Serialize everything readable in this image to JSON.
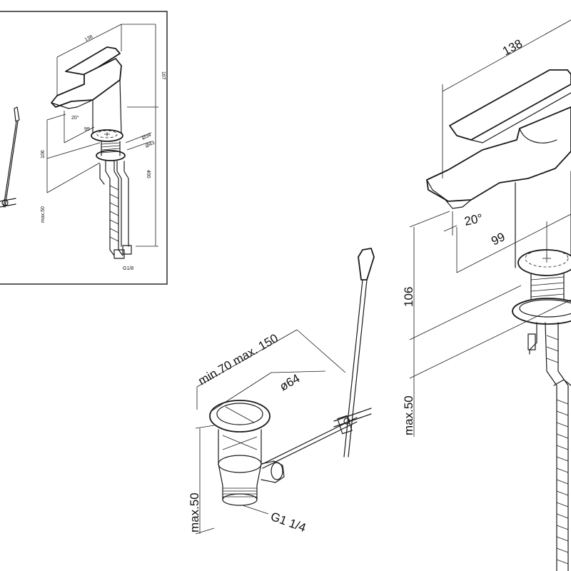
{
  "inset": {
    "width_label": "138",
    "height_label": "167",
    "angle_label": "20°",
    "reach_label": "99",
    "deck_label": "106",
    "max_label": "max.50",
    "dia_a_label": "Ø34",
    "dia_b_label": "Ø43",
    "hose_label": "400",
    "thread_label": "G1/8"
  },
  "tap": {
    "width_label": "138",
    "angle_label": "20°",
    "reach_label": "99",
    "deck_label": "106",
    "max_label": "max.50"
  },
  "drain": {
    "range_label": "min.70 max. 150",
    "dia_label": "ø64",
    "max_label": "max.50",
    "thread_label": "G1 1/4"
  }
}
